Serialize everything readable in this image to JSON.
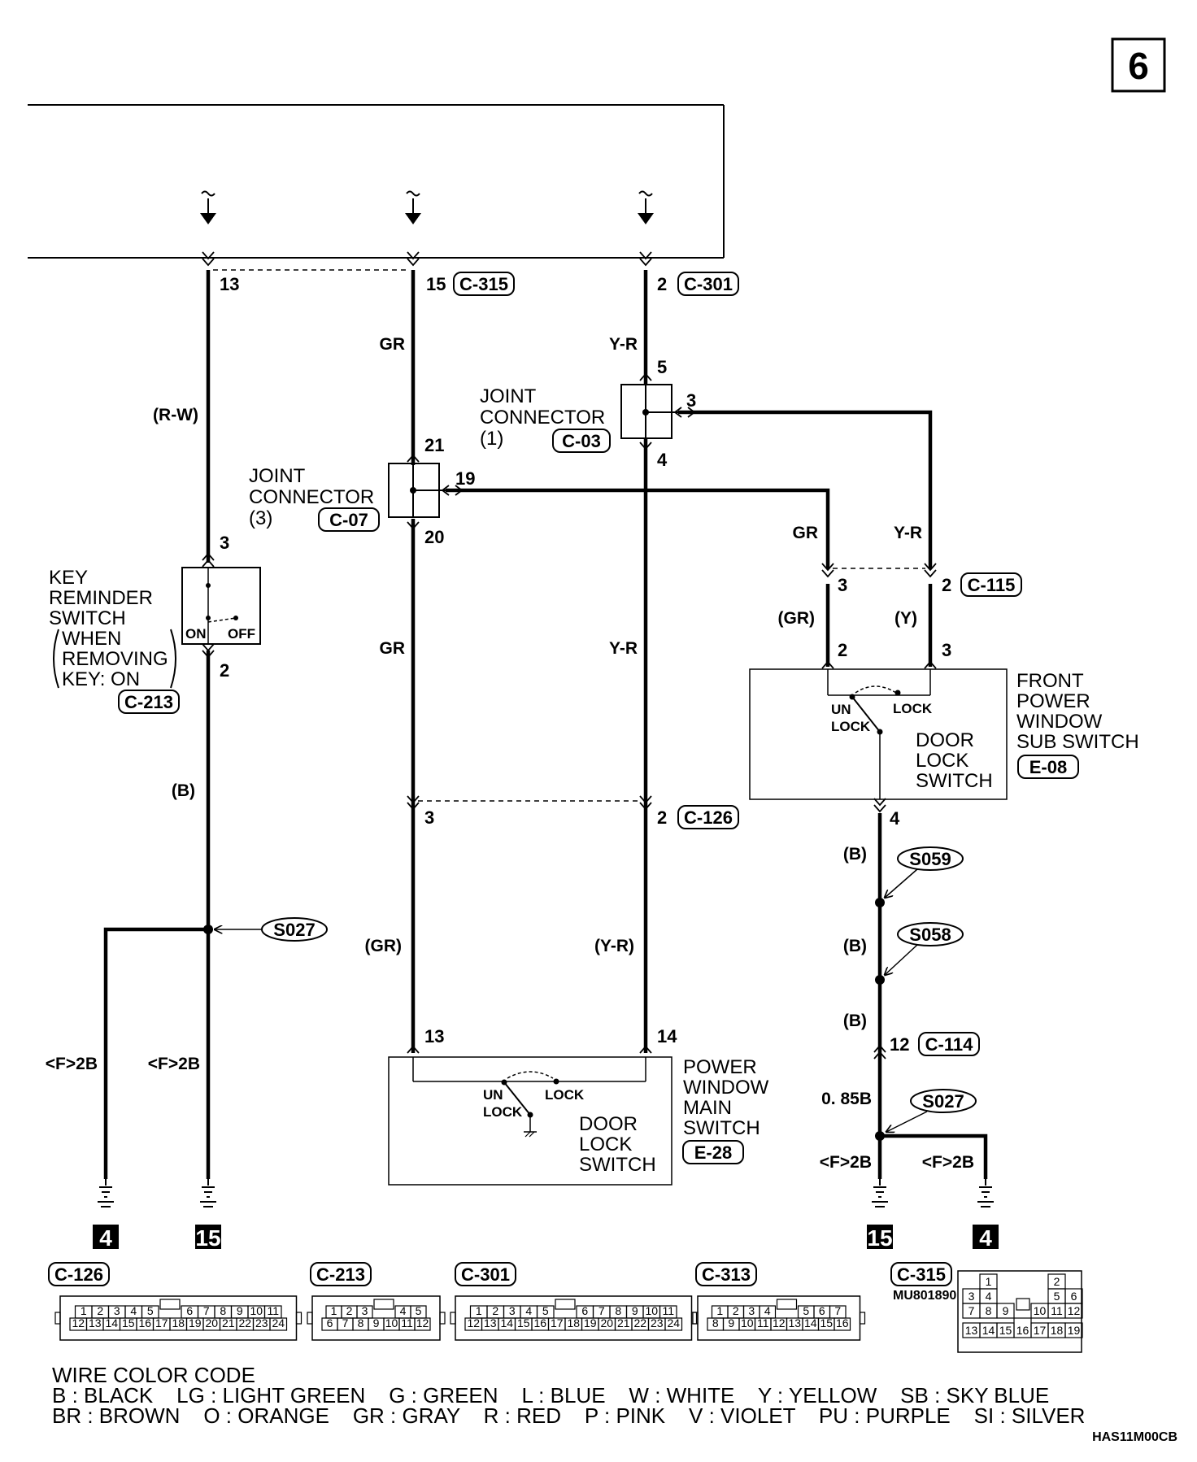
{
  "page_number": "6",
  "diagram_code": "HAS11M00CB",
  "c315_part_no": "MU801890",
  "connectors": {
    "c315": "C-315",
    "c301": "C-301",
    "c03": "C-03",
    "c07": "C-07",
    "c115": "C-115",
    "c213": "C-213",
    "e08": "E-08",
    "c126": "C-126",
    "c114": "C-114",
    "e28": "E-28",
    "c313": "C-313"
  },
  "splices": {
    "s027_left": "S027",
    "s059": "S059",
    "s058": "S058",
    "s027_right": "S027"
  },
  "pins": {
    "p13_top": "13",
    "p15_top": "15",
    "p2_top": "2",
    "p5_jc1": "5",
    "p3_jc1": "3",
    "p4_jc1": "4",
    "p21_jc3": "21",
    "p19_jc3": "19",
    "p20_jc3": "20",
    "p3_krs": "3",
    "p2_krs": "2",
    "p3_c115": "3",
    "p2_c115": "2",
    "p2_e08": "2",
    "p3_e08": "3",
    "p4_e08": "4",
    "p3_c126": "3",
    "p2_c126": "2",
    "p13_e28": "13",
    "p14_e28": "14",
    "p12_c114": "12"
  },
  "wire_labels": {
    "rw": "(R-W)",
    "gr_upper": "GR",
    "yr_upper": "Y-R",
    "gr_c115": "GR",
    "yr_c115": "Y-R",
    "gr_paren_e08": "(GR)",
    "y_paren_e08": "(Y)",
    "gr_mid": "GR",
    "yr_mid": "Y-R",
    "b_left": "(B)",
    "gr_paren_lower": "(GR)",
    "yr_paren_lower": "(Y-R)",
    "b_r1": "(B)",
    "b_r2": "(B)",
    "b_r3": "(B)",
    "b085": "0. 85B",
    "f2b_1": "<F>2B",
    "f2b_2": "<F>2B",
    "f2b_3": "<F>2B",
    "f2b_4": "<F>2B"
  },
  "components": {
    "jc1": {
      "line1": "JOINT",
      "line2": "CONNECTOR",
      "line3": "(1)"
    },
    "jc3": {
      "line1": "JOINT",
      "line2": "CONNECTOR",
      "line3": "(3)"
    },
    "key_reminder": {
      "line1": "KEY",
      "line2": "REMINDER",
      "line3": "SWITCH",
      "line4": "WHEN",
      "line5": "REMOVING",
      "line6": "KEY: ON"
    },
    "front_pw_sub": {
      "line1": "FRONT",
      "line2": "POWER",
      "line3": "WINDOW",
      "line4": "SUB SWITCH"
    },
    "door_lock_upper": {
      "line1": "DOOR",
      "line2": "LOCK",
      "line3": "SWITCH"
    },
    "pw_main": {
      "line1": "POWER",
      "line2": "WINDOW",
      "line3": "MAIN",
      "line4": "SWITCH"
    },
    "door_lock_lower": {
      "line1": "DOOR",
      "line2": "LOCK",
      "line3": "SWITCH"
    }
  },
  "switch_text": {
    "on": "ON",
    "off": "OFF",
    "un_upper": "UN",
    "lock_un_upper": "LOCK",
    "lock_upper": "LOCK",
    "un_lower": "UN",
    "lock_un_lower": "LOCK",
    "lock_lower": "LOCK"
  },
  "grounds": {
    "g4_left": "4",
    "g15_left": "15",
    "g15_right": "15",
    "g4_right": "4"
  },
  "connector_faces": {
    "c126": {
      "row1": [
        "1",
        "2",
        "3",
        "4",
        "5",
        "6",
        "7",
        "8",
        "9",
        "10",
        "11"
      ],
      "row2": [
        "12",
        "13",
        "14",
        "15",
        "16",
        "17",
        "18",
        "19",
        "20",
        "21",
        "22",
        "23",
        "24"
      ]
    },
    "c213": {
      "row1": [
        "1",
        "2",
        "3",
        "4",
        "5"
      ],
      "row2": [
        "6",
        "7",
        "8",
        "9",
        "10",
        "11",
        "12"
      ]
    },
    "c301": {
      "row1": [
        "1",
        "2",
        "3",
        "4",
        "5",
        "6",
        "7",
        "8",
        "9",
        "10",
        "11"
      ],
      "row2": [
        "12",
        "13",
        "14",
        "15",
        "16",
        "17",
        "18",
        "19",
        "20",
        "21",
        "22",
        "23",
        "24"
      ]
    },
    "c313": {
      "row1": [
        "1",
        "2",
        "3",
        "4",
        "5",
        "6",
        "7"
      ],
      "row2": [
        "8",
        "9",
        "10",
        "11",
        "12",
        "13",
        "14",
        "15",
        "16"
      ]
    },
    "c315": {
      "cells": [
        "1",
        "2",
        "3",
        "4",
        "5",
        "6",
        "7",
        "8",
        "9",
        "10",
        "11",
        "12",
        "13",
        "14",
        "15",
        "16",
        "17",
        "18",
        "19"
      ]
    }
  },
  "wire_color_code": {
    "title": "WIRE COLOR CODE",
    "line1": "B : BLACK    LG : LIGHT GREEN    G : GREEN    L : BLUE    W : WHITE    Y : YELLOW    SB : SKY BLUE",
    "line2": "BR : BROWN    O : ORANGE    GR : GRAY    R : RED    P : PINK    V : VIOLET    PU : PURPLE    SI : SILVER"
  }
}
